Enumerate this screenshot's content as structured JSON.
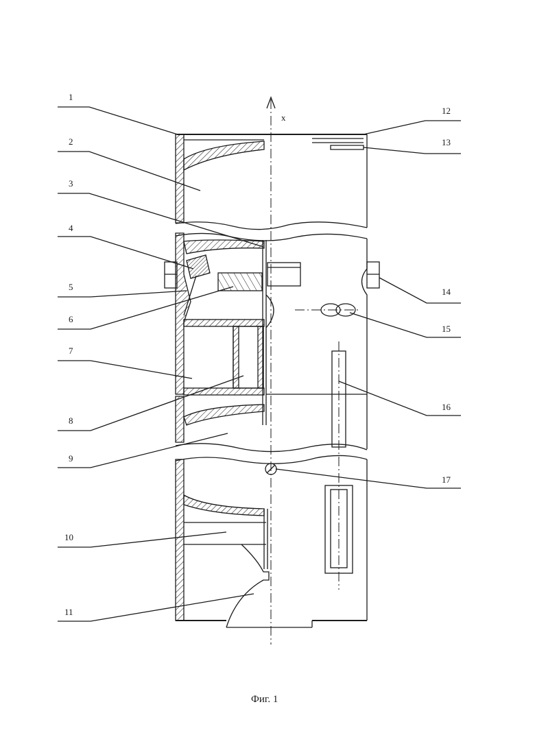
{
  "axis": {
    "label": "x"
  },
  "labels_left": [
    "1",
    "2",
    "3",
    "4",
    "5",
    "6",
    "7",
    "8",
    "9",
    "10",
    "11"
  ],
  "labels_right": [
    "12",
    "13",
    "14",
    "15",
    "16",
    "17"
  ],
  "caption": "Фиг. 1"
}
